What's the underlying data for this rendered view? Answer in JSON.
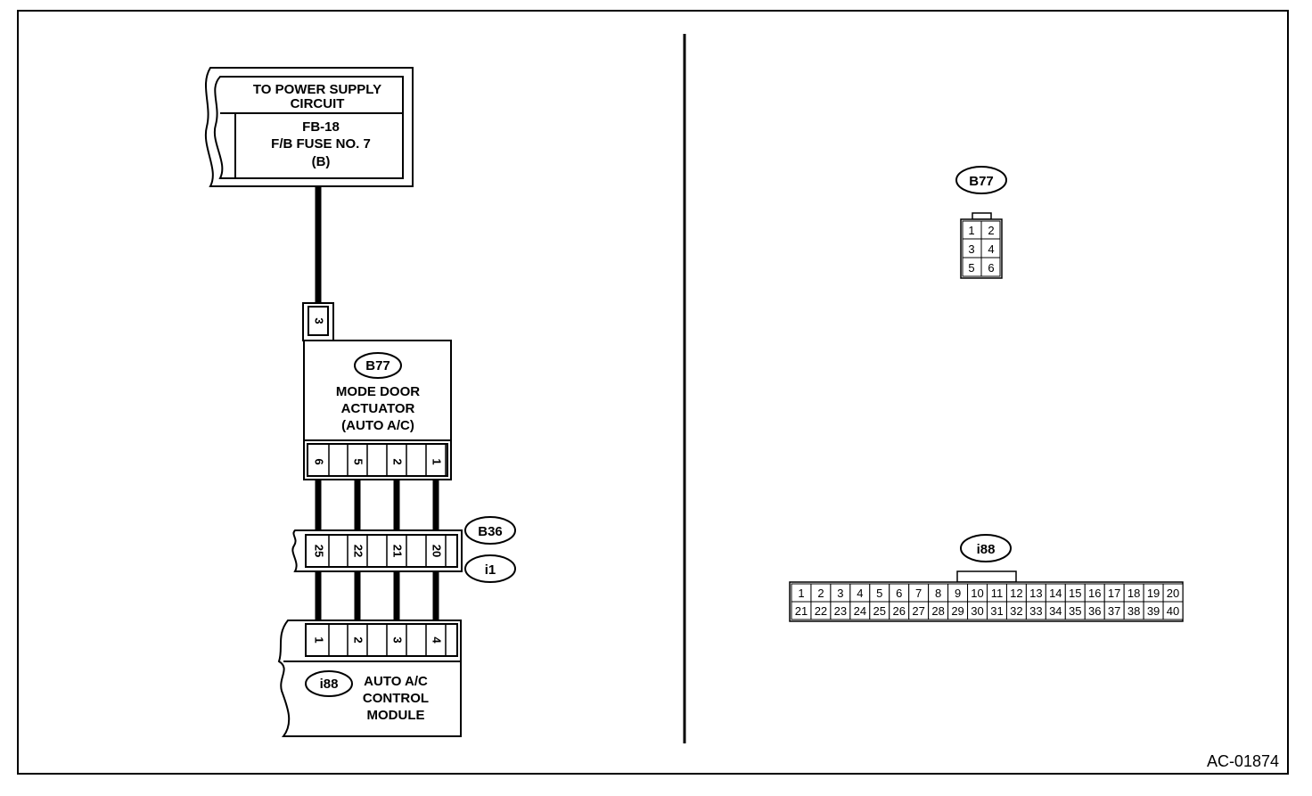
{
  "power_box": {
    "title_line1": "TO POWER SUPPLY",
    "title_line2": "CIRCUIT",
    "fuse_line1": "FB-18",
    "fuse_line2": "F/B FUSE NO. 7",
    "fuse_line3": "(B)"
  },
  "power_pin": "3",
  "actuator": {
    "connector": "B77",
    "line1": "MODE DOOR",
    "line2": "ACTUATOR",
    "line3": "(AUTO A/C)",
    "pins": [
      "6",
      "5",
      "2",
      "1"
    ]
  },
  "junction": {
    "connector_top": "B36",
    "connector_bottom": "i1",
    "pins": [
      "25",
      "22",
      "21",
      "20"
    ]
  },
  "module": {
    "connector": "i88",
    "line1": "AUTO A/C",
    "line2": "CONTROL",
    "line3": "MODULE",
    "pins": [
      "1",
      "2",
      "3",
      "4"
    ]
  },
  "b77_face": {
    "label": "B77",
    "rows": [
      [
        "1",
        "2"
      ],
      [
        "3",
        "4"
      ],
      [
        "5",
        "6"
      ]
    ]
  },
  "i88_face": {
    "label": "i88",
    "row1": [
      "1",
      "2",
      "3",
      "4",
      "5",
      "6",
      "7",
      "8",
      "9",
      "10",
      "11",
      "12",
      "13",
      "14",
      "15",
      "16",
      "17",
      "18",
      "19",
      "20"
    ],
    "row2": [
      "21",
      "22",
      "23",
      "24",
      "25",
      "26",
      "27",
      "28",
      "29",
      "30",
      "31",
      "32",
      "33",
      "34",
      "35",
      "36",
      "37",
      "38",
      "39",
      "40"
    ]
  },
  "figure_code": "AC-01874"
}
